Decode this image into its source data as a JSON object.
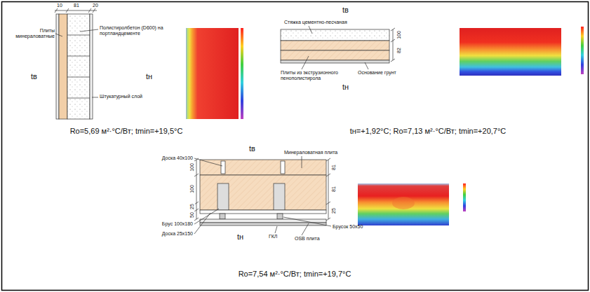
{
  "diagram": {
    "labels": [
      "10",
      "81",
      "20",
      "Плиты минераловатные",
      "Полистиролбетон (D600) на портландцементе",
      "tв",
      "tн",
      "Штукатурный слой",
      "Rо=5,69 м²·°С/Вт; tmin=+19,5°С",
      "tв",
      "Стяжка цементно-песчаная",
      "100",
      "82",
      "Плиты из экструзионного пенополистирола",
      "Основание грунт",
      "tн",
      "tн=+1,92°С; Rо=7,13 м²·°С/Вт; tmin=+20,7°С",
      "tв",
      "Доска 40х100",
      "Минераловатная плита",
      "100",
      "100",
      "25",
      "50",
      "81",
      "81",
      "25",
      "Брус 100х180",
      "Доска 25х150",
      "tн",
      "ГКЛ",
      "Брусок 50х50",
      "OSB плита",
      "Rо=7,54 м²·°С/Вт; tmin=+19,7°С"
    ]
  }
}
